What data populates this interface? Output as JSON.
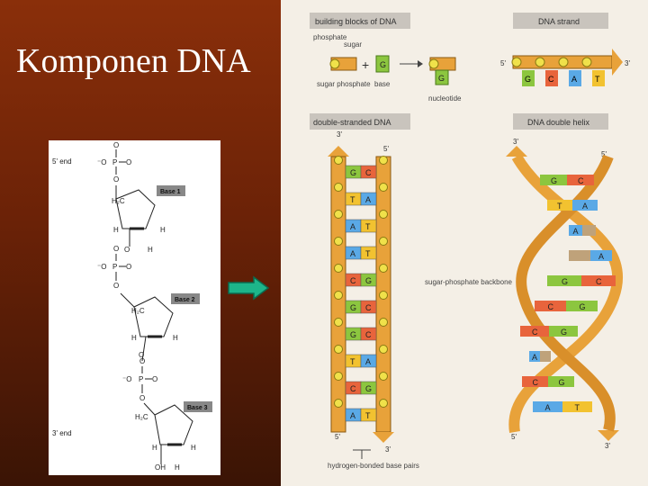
{
  "title": "Komponen DNA",
  "left_diagram": {
    "five_prime_end": "5' end",
    "three_prime_end": "3' end",
    "bases": [
      "Base 1",
      "Base 2",
      "Base 3"
    ]
  },
  "right_figure": {
    "panels": {
      "building_blocks": "building blocks of DNA",
      "dna_strand": "DNA strand",
      "double_stranded": "double-stranded DNA",
      "double_helix": "DNA double helix"
    },
    "labels": {
      "phosphate": "phosphate",
      "sugar": "sugar",
      "sugar_phosphate": "sugar phosphate",
      "base": "base",
      "nucleotide": "nucleotide",
      "backbone": "sugar-phosphate backbone",
      "base_pairs": "hydrogen-bonded base pairs"
    },
    "strand_bases": [
      "G",
      "C",
      "A",
      "T"
    ],
    "ladder_pairs": [
      [
        "G",
        "C"
      ],
      [
        "T",
        "A"
      ],
      [
        "A",
        "T"
      ],
      [
        "A",
        "T"
      ],
      [
        "C",
        "G"
      ],
      [
        "G",
        "C"
      ],
      [
        "G",
        "C"
      ],
      [
        "T",
        "A"
      ],
      [
        "C",
        "G"
      ],
      [
        "A",
        "T"
      ]
    ],
    "helix_pairs": [
      [
        "G",
        "C"
      ],
      [
        "T",
        "A"
      ],
      [
        "A",
        ""
      ],
      [
        "",
        "A"
      ],
      [
        "G",
        "C"
      ],
      [
        "C",
        "G"
      ],
      [
        "C",
        "G"
      ],
      [
        "A",
        ""
      ],
      [
        "C",
        "G"
      ],
      [
        "A",
        "T"
      ]
    ],
    "ends": {
      "five": "5'",
      "three": "3'"
    }
  },
  "colors": {
    "background_top": "#8a2f0a",
    "background_bottom": "#3a1405",
    "arrow": "#1db58a",
    "backbone": "#e8a23a",
    "phosphate": "#f0e14a",
    "G": "#8cc63f",
    "C": "#e8643c",
    "A": "#5aa9e6",
    "T": "#f2c230"
  }
}
